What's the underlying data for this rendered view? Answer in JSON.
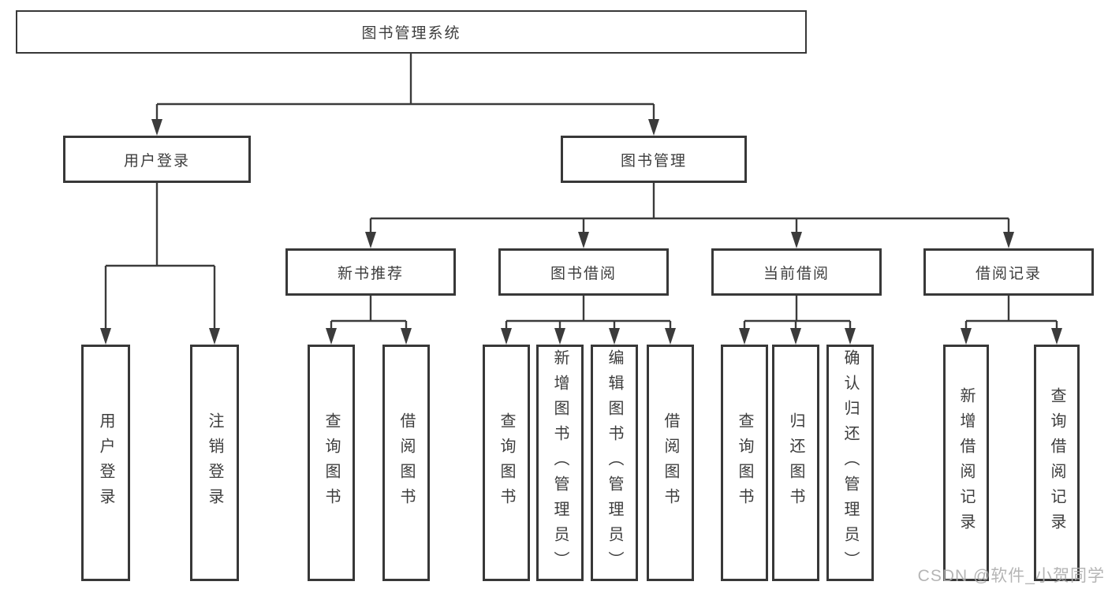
{
  "diagram": {
    "root": {
      "label": "图书管理系统",
      "children": [
        {
          "label": "用户登录",
          "children": [
            {
              "label": "用户登录"
            },
            {
              "label": "注销登录"
            }
          ]
        },
        {
          "label": "图书管理",
          "children": [
            {
              "label": "新书推荐",
              "children": [
                {
                  "label": "查询图书"
                },
                {
                  "label": "借阅图书"
                }
              ]
            },
            {
              "label": "图书借阅",
              "children": [
                {
                  "label": "查询图书"
                },
                {
                  "label": "新增图书（管理员）"
                },
                {
                  "label": "编辑图书（管理员）"
                },
                {
                  "label": "借阅图书"
                }
              ]
            },
            {
              "label": "当前借阅",
              "children": [
                {
                  "label": "查询图书"
                },
                {
                  "label": "归还图书"
                },
                {
                  "label": "确认归还（管理员）"
                }
              ]
            },
            {
              "label": "借阅记录",
              "children": [
                {
                  "label": "新增借阅记录"
                },
                {
                  "label": "查询借阅记录"
                }
              ]
            }
          ]
        }
      ]
    }
  },
  "watermark": {
    "text": "CSDN @软件_小贺同学"
  },
  "colors": {
    "background": "#ffffff",
    "box_fill": "#ffffff",
    "box_border": "#383838",
    "line": "#3b3b3b",
    "text": "#3d3d3d",
    "watermark": "#adadad"
  }
}
